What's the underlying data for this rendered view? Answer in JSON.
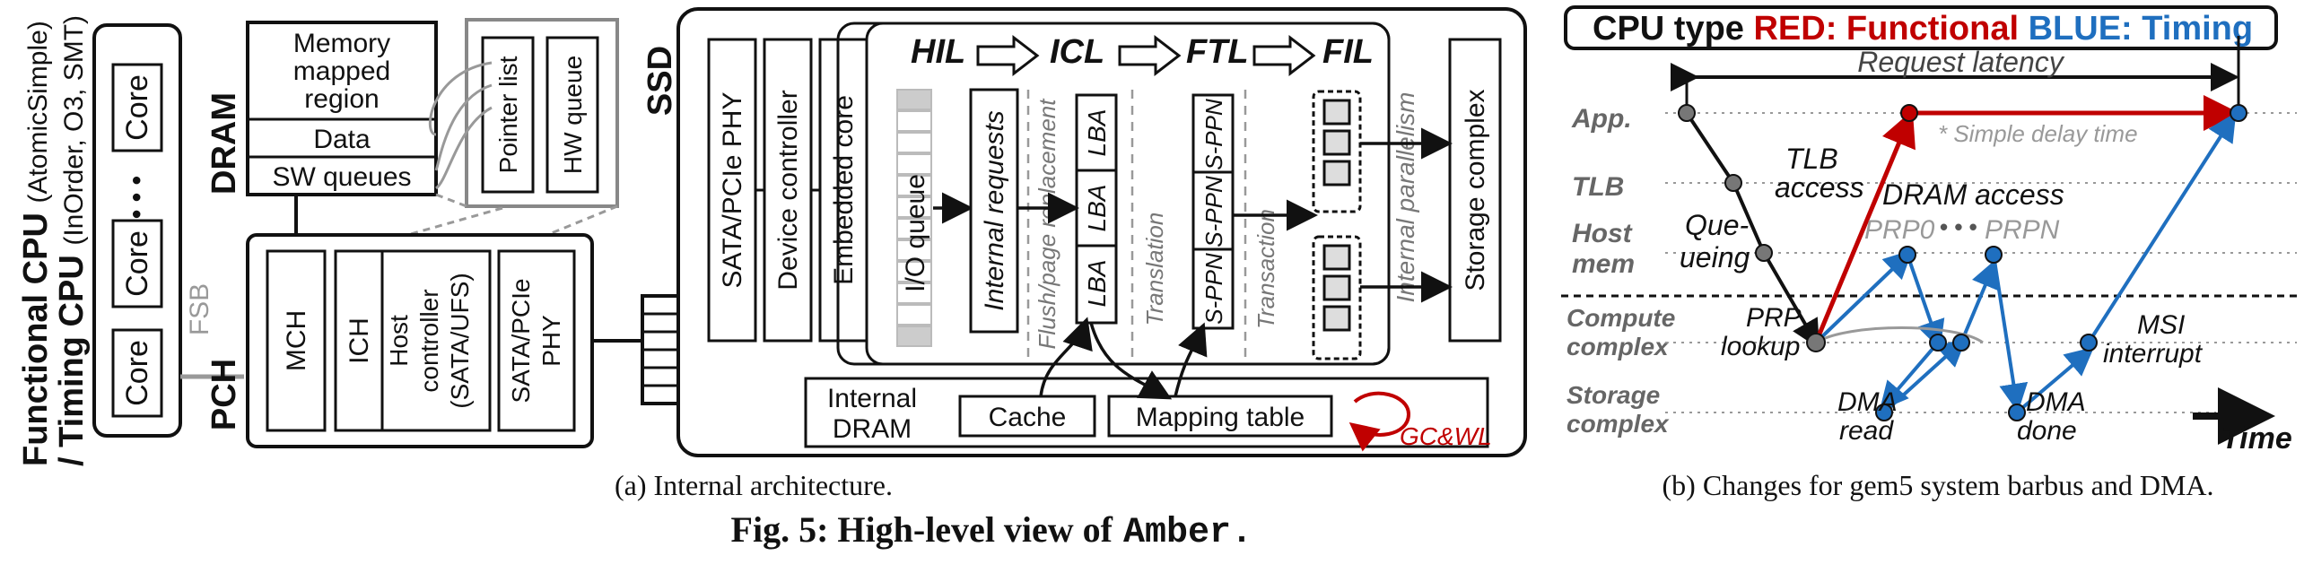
{
  "figure": {
    "caption": "Fig. 5: High-level view of",
    "caption_name": "Amber.",
    "sub_a": "(a) Internal architecture.",
    "sub_b": "(b) Changes for gem5 system barbus and DMA."
  },
  "arch": {
    "cpu_label_1": "Functional CPU",
    "cpu_label_1b": "(AtomicSimple)",
    "cpu_label_2": "/ Timing CPU",
    "cpu_label_2b": "(InOrder, O3, SMT)",
    "core": "Core",
    "dots": "• • •",
    "fsb": "FSB",
    "dram": "DRAM",
    "mem_region_1": "Memory",
    "mem_region_2": "mapped",
    "mem_region_3": "region",
    "data": "Data",
    "sw_queues": "SW queues",
    "pointer_list": "Pointer list",
    "hw_queue": "HW queue",
    "pch": "PCH",
    "mch": "MCH",
    "ich": "ICH",
    "host_ctrl_1": "Host",
    "host_ctrl_2": "controller",
    "host_ctrl_3": "(SATA/UFS)",
    "sata_phy_1": "SATA/PCIe",
    "sata_phy_2": "PHY",
    "ssd": "SSD",
    "ssd_phy": "SATA/PCIe PHY",
    "device_ctrl": "Device controller",
    "embedded_core": "Embedded core",
    "hil": "HIL",
    "icl": "ICL",
    "ftl": "FTL",
    "fil": "FIL",
    "io_queue": "I/O queue",
    "internal_requests": "Internal requests",
    "flush": "Flush/page replacement",
    "lba": "LBA",
    "translation": "Translation",
    "sppn": "S-PPN",
    "transaction": "Transaction",
    "internal_parallelism": "Internal parallelism",
    "storage_complex": "Storage complex",
    "internal_dram_1": "Internal",
    "internal_dram_2": "DRAM",
    "cache": "Cache",
    "mapping_table": "Mapping table",
    "gcwl": "GC&WL"
  },
  "timing": {
    "title_prefix": "CPU type",
    "title_red": "RED: Functional",
    "title_blue": "BLUE: Timing",
    "request_latency": "Request latency",
    "simple_delay": "* Simple delay time",
    "rows": [
      "App.",
      "TLB",
      "Host",
      "mem",
      "Compute",
      "complex",
      "Storage",
      "complex"
    ],
    "tlb_access_1": "TLB",
    "tlb_access_2": "access",
    "dram_access": "DRAM access",
    "queueing_1": "Que-",
    "queueing_2": "ueing",
    "prp0": "PRP0",
    "prp_dots": "• • •",
    "prpn": "PRPN",
    "prp_lookup_1": "PRP",
    "prp_lookup_2": "lookup",
    "msi_1": "MSI",
    "msi_2": "interrupt",
    "dma_read_1": "DMA",
    "dma_read_2": "read",
    "dma_done_1": "DMA",
    "dma_done_2": "done",
    "time": "Time",
    "colors": {
      "red": "#c00000",
      "blue": "#1f6fbf",
      "gray": "#888888"
    }
  }
}
